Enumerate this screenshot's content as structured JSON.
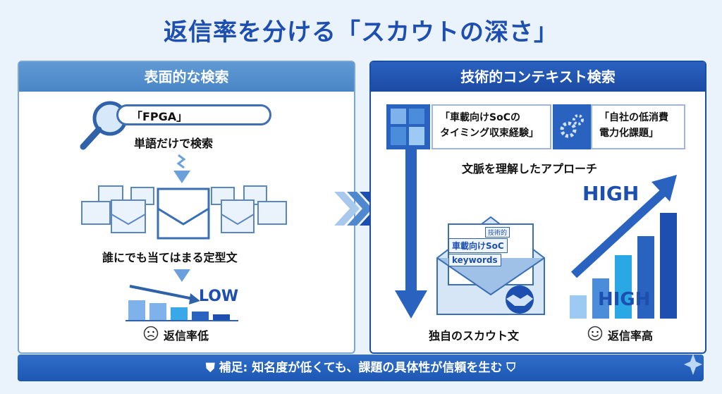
{
  "title": "返信率を分ける「スカウトの深さ」",
  "left": {
    "header": "表面的な検索",
    "search_query": "「FPGA」",
    "search_caption": "単語だけで検索",
    "template_caption": "誰にでも当てはまる定型文",
    "low_label": "LOW",
    "result": "返信率低",
    "bars": [
      0.7,
      0.6,
      0.45,
      0.3,
      0.2
    ]
  },
  "right": {
    "header": "技術的コンテキスト検索",
    "card1": [
      "「車載向けSoCの",
      "タイミング収束経験」"
    ],
    "card2": [
      "「自社の低消費",
      "電力化課題」"
    ],
    "context_caption": "文脈を理解したアプローチ",
    "tags": [
      "技術的",
      "車載向けSoC",
      "keywords"
    ],
    "scout_caption": "独自のスカウト文",
    "high_top": "HIGH",
    "high_mid": "HIGH",
    "result": "返信率高",
    "bars": [
      0.22,
      0.38,
      0.6,
      0.78,
      1.0
    ]
  },
  "footer": "補足: 知名度が低くても、課題の具体性が信頼を生む",
  "colors": {
    "accent": "#1d4fb0",
    "light": "#5f9ad4"
  }
}
